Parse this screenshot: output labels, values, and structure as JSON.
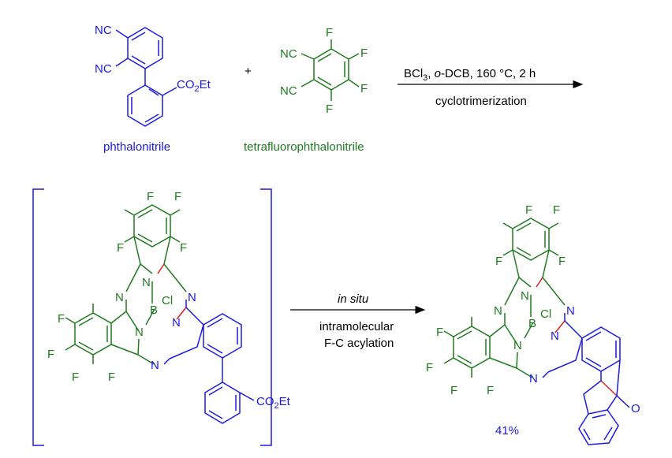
{
  "colors": {
    "blue": "#1a1ae6",
    "green": "#1f7a1f",
    "red": "#e02020",
    "black": "#000000"
  },
  "reactant1": {
    "name": "phthalonitrile",
    "nc_top": "NC",
    "nc_bottom": "NC",
    "ester": "CO",
    "ester_sub": "2",
    "ester_tail": "Et"
  },
  "plus": "+",
  "reactant2": {
    "name": "tetrafluorophthalonitrile",
    "nc_top": "NC",
    "nc_bottom": "NC",
    "f_top": "F",
    "f_right_top": "F",
    "f_right_bottom": "F",
    "f_bottom": "F"
  },
  "step1": {
    "reagents_a": "BCl",
    "reagents_sub": "3",
    "reagents_b": ", ",
    "reagents_italic": "o",
    "reagents_c": "-DCB, 160 °C, 2 h",
    "label": "cyclotrimerization"
  },
  "step2": {
    "italic": "in situ",
    "line1": "intramolecular",
    "line2": "F-C acylation"
  },
  "intermediate": {
    "f": "F",
    "n": "N",
    "b": "B",
    "cl": "Cl",
    "ester": "CO",
    "ester_sub": "2",
    "ester_tail": "Et"
  },
  "product": {
    "f": "F",
    "n": "N",
    "b": "B",
    "cl": "Cl",
    "o": "O",
    "yield": "41%"
  }
}
